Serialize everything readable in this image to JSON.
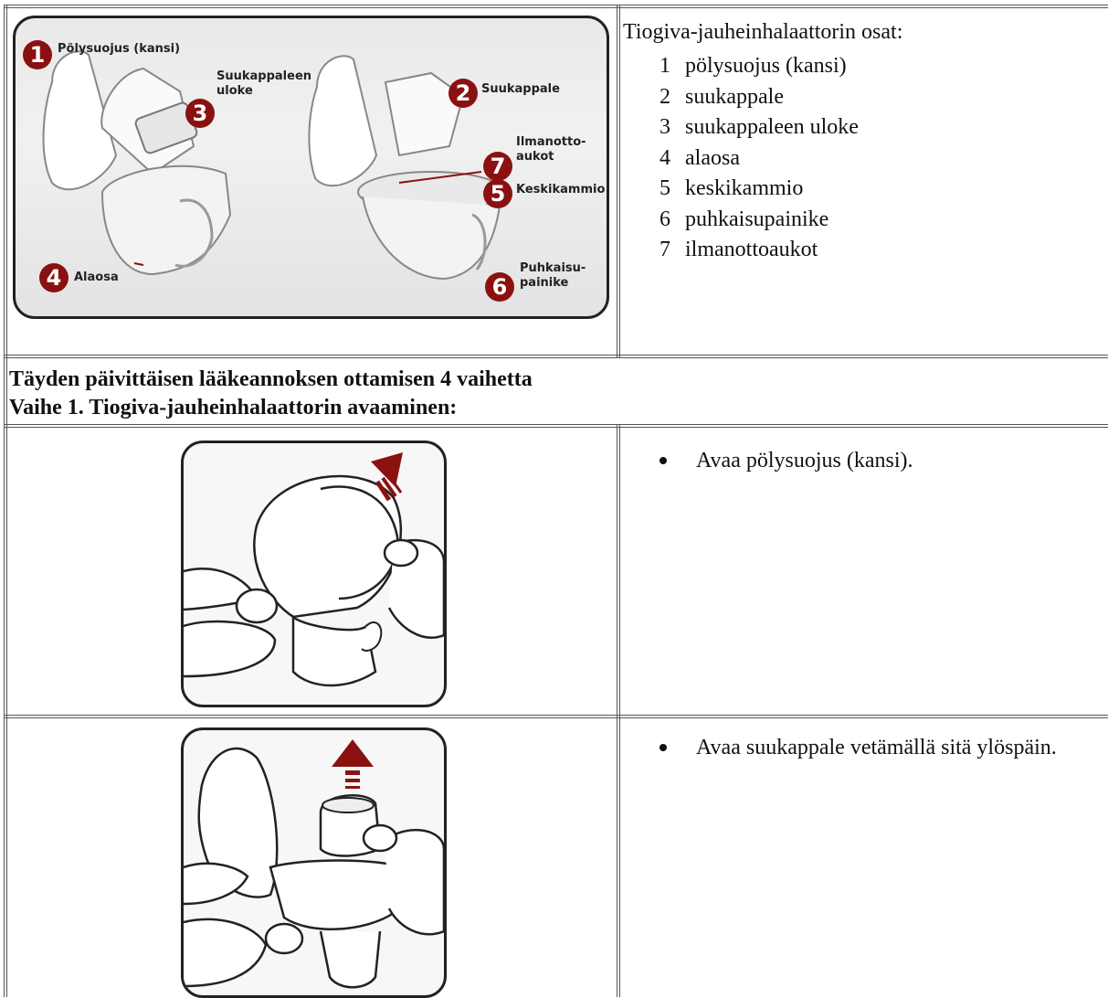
{
  "figure1": {
    "callouts": [
      {
        "num": "1",
        "label": "Pölysuojus (kansi)"
      },
      {
        "num": "3",
        "label": "Suukappaleen uloke"
      },
      {
        "num": "4",
        "label": "Alaosa"
      },
      {
        "num": "2",
        "label": "Suukappale"
      },
      {
        "num": "7",
        "label": "Ilmanotto-aukot"
      },
      {
        "num": "5",
        "label": "Keskikammio"
      },
      {
        "num": "6",
        "label": "Puhkaisu-painike"
      }
    ]
  },
  "parts": {
    "title": "Tiogiva-jauheinhalaattorin osat:",
    "items": [
      {
        "num": "1",
        "label": "pölysuojus (kansi)"
      },
      {
        "num": "2",
        "label": "suukappale"
      },
      {
        "num": "3",
        "label": "suukappaleen uloke"
      },
      {
        "num": "4",
        "label": "alaosa"
      },
      {
        "num": "5",
        "label": "keskikammio"
      },
      {
        "num": "6",
        "label": "puhkaisupainike"
      },
      {
        "num": "7",
        "label": "ilmanottoaukot"
      }
    ]
  },
  "section": {
    "heading": "Täyden päivittäisen lääkeannoksen ottamisen 4 vaihetta",
    "subheading": "Vaihe 1. Tiogiva-jauheinhalaattorin avaaminen:"
  },
  "steps": [
    {
      "text": "Avaa pölysuojus (kansi)."
    },
    {
      "text": "Avaa suukappale vetämällä sitä ylöspäin."
    }
  ],
  "colors": {
    "accent": "#8b1111",
    "border": "#555555"
  }
}
